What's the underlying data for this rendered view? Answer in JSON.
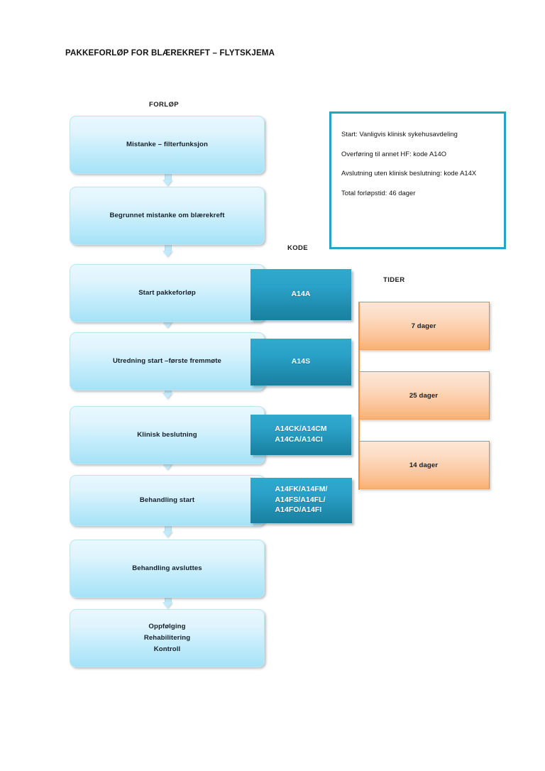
{
  "document": {
    "title": "PAKKEFORLØP FOR BLÆREKREFT – FLYTSKJEMA"
  },
  "columns": {
    "flow_header": "FORLØP",
    "code_header": "KODE",
    "time_header": "TIDER"
  },
  "legend": {
    "lines": [
      "Start: Vanligvis klinisk sykehusavdeling",
      "Overføring til annet HF: kode A14O",
      "Avslutning uten klinisk beslutning: kode A14X",
      "Total forløpstid: 46 dager"
    ],
    "border_color": "#27a3c4"
  },
  "flow_steps": [
    {
      "label": "Mistanke – filterfunksjon"
    },
    {
      "label": "Begrunnet mistanke om blærekreft"
    },
    {
      "label": "Start pakkeforløp"
    },
    {
      "label": "Utredning start –første fremmøte"
    },
    {
      "label": "Klinisk beslutning"
    },
    {
      "label": "Behandling start"
    },
    {
      "label": "Behandling avsluttes"
    },
    {
      "label": "Oppfølging\nRehabilitering\nKontroll"
    }
  ],
  "codes": [
    {
      "label": "A14A"
    },
    {
      "label": "A14S"
    },
    {
      "label": "A14CK/A14CM\nA14CA/A14CI"
    },
    {
      "label": "A14FK/A14FM/\nA14FS/A14FL/\nA14FO/A14FI"
    }
  ],
  "times": [
    {
      "label": "7 dager"
    },
    {
      "label": "25 dager"
    },
    {
      "label": "14 dager"
    }
  ],
  "colors": {
    "flow_box_top": "#e8f8fe",
    "flow_box_bottom": "#a5e2f7",
    "code_box_top": "#31a9cd",
    "code_box_bottom": "#19809f",
    "time_box_top": "#fde7d6",
    "time_box_bottom": "#f9b172",
    "time_box_border": "#e8873c"
  }
}
